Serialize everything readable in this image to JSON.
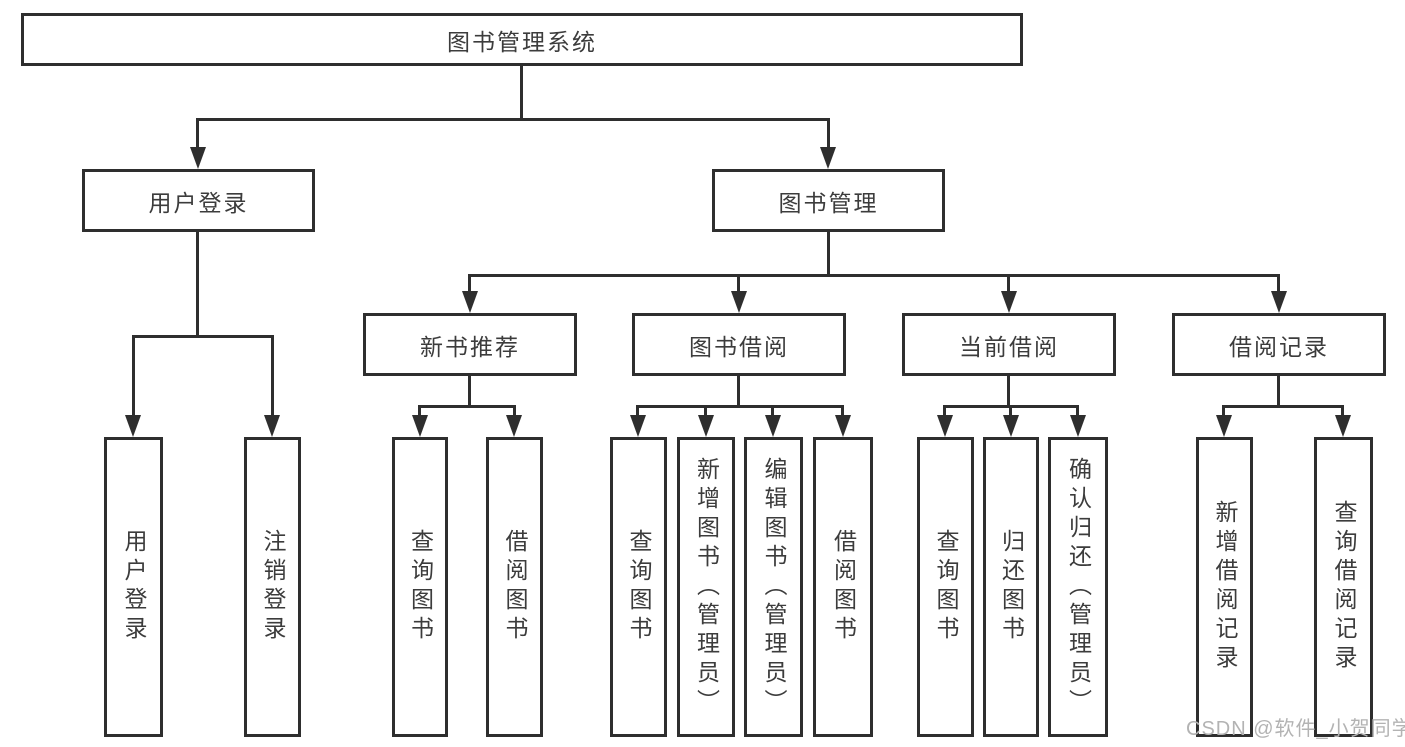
{
  "diagram_title": "图书管理系统",
  "watermark": {
    "text": "CSDN @软件_小贺同学"
  },
  "colors": {
    "line": "#2e2e2e",
    "text": "#3c3c3c",
    "watermark": "#b3b3b3",
    "background": "#ffffff"
  },
  "tree": {
    "label": "图书管理系统",
    "children": [
      {
        "label": "用户登录",
        "children": [
          {
            "label": "用户登录"
          },
          {
            "label": "注销登录"
          }
        ]
      },
      {
        "label": "图书管理",
        "children": [
          {
            "label": "新书推荐",
            "children": [
              {
                "label": "查询图书"
              },
              {
                "label": "借阅图书"
              }
            ]
          },
          {
            "label": "图书借阅",
            "children": [
              {
                "label": "查询图书"
              },
              {
                "label": "新增图书（管理员）"
              },
              {
                "label": "编辑图书（管理员）"
              },
              {
                "label": "借阅图书"
              }
            ]
          },
          {
            "label": "当前借阅",
            "children": [
              {
                "label": "查询图书"
              },
              {
                "label": "归还图书"
              },
              {
                "label": "确认归还（管理员）"
              }
            ]
          },
          {
            "label": "借阅记录",
            "children": [
              {
                "label": "新增借阅记录"
              },
              {
                "label": "查询借阅记录"
              }
            ]
          }
        ]
      }
    ]
  }
}
